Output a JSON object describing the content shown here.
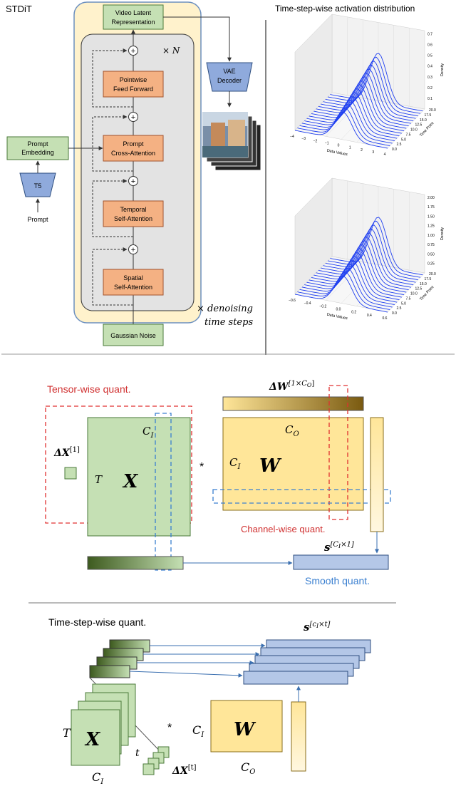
{
  "stdit": {
    "title": "STDiT",
    "video_latent_line1": "Video Latent",
    "video_latent_line2": "Representation",
    "times_n": "× N",
    "ffn_line1": "Pointwise",
    "ffn_line2": "Feed Forward",
    "cross_line1": "Prompt",
    "cross_line2": "Cross-Attention",
    "temporal_line1": "Temporal",
    "temporal_line2": "Self-Attention",
    "spatial_line1": "Spatial",
    "spatial_line2": "Self-Attention",
    "gaussian_noise": "Gaussian Noise",
    "vae_line1": "VAE",
    "vae_line2": "Decoder",
    "prompt_emb_line1": "Prompt",
    "prompt_emb_line2": "Embedding",
    "t5": "T5",
    "prompt": "Prompt",
    "denoise_line1": "× denoising",
    "denoise_line2": "time steps"
  },
  "activation": {
    "title": "Time-step-wise activation distribution",
    "plots": [
      {
        "title": "attn_temp.proj",
        "xlabel": "Data Values",
        "ylabel": "Time Point",
        "zlabel": "Density",
        "xticks": [
          "−4",
          "−3",
          "−2",
          "−1",
          "0",
          "1",
          "2",
          "3",
          "4"
        ],
        "yticks": [
          "0.0",
          "2.5",
          "5.0",
          "7.5",
          "10.0",
          "12.5",
          "15.0",
          "17.5",
          "20.0"
        ],
        "zticks": [
          "0.1",
          "0.2",
          "0.3",
          "0.4",
          "0.5",
          "0.6",
          "0.7"
        ]
      },
      {
        "title": "attn.k",
        "xlabel": "Data Values",
        "ylabel": "Time Point",
        "zlabel": "Density",
        "xticks": [
          "−0.6",
          "−0.4",
          "−0.2",
          "0.0",
          "0.2",
          "0.4",
          "0.6"
        ],
        "yticks": [
          "0.0",
          "2.5",
          "5.0",
          "7.5",
          "10.0",
          "12.5",
          "15.0",
          "17.5",
          "20.0"
        ],
        "zticks": [
          "0.25",
          "0.50",
          "0.75",
          "1.00",
          "1.25",
          "1.50",
          "1.75",
          "2.00"
        ]
      }
    ]
  },
  "quant": {
    "tensor_wise": "Tensor-wise quant.",
    "delta_w_base": "ΔW",
    "delta_w_sup": "[1×C",
    "delta_w_sub": "O",
    "delta_x_base": "ΔX",
    "delta_x_sup": "[1]",
    "ci": "C",
    "ci_sub": "I",
    "co": "C",
    "co_sub": "O",
    "t": "T",
    "x": "X",
    "w": "W",
    "star": "*",
    "channel_wise": "Channel-wise quant.",
    "s_base": "s",
    "s_sup_main": "[C",
    "s_sup_sub": "I",
    "s_sup_end": "×1]",
    "smooth": "Smooth quant."
  },
  "timestep": {
    "title": "Time-step-wise quant.",
    "s_base": "s",
    "s_sup": "[c",
    "s_sup_sub": "I",
    "s_sup_end": "×t]",
    "t_label": "T",
    "x_label": "X",
    "small_t": "t",
    "ci": "C",
    "ci_sub": "I",
    "star": "*",
    "ci2": "C",
    "ci2_sub": "I",
    "w_label": "W",
    "co": "C",
    "co_sub": "O",
    "delta_x_base": "ΔX",
    "delta_x_sup": "[t]"
  },
  "colors": {
    "orange": "#f4b183",
    "green": "#c5e0b4",
    "yellow": "#ffe699",
    "blue": "#b4c7e7",
    "navy_trap": "#8faadc",
    "red_dash": "#e03030",
    "blue_dash": "#3a7fd0",
    "curve": "#1f3ff0"
  }
}
